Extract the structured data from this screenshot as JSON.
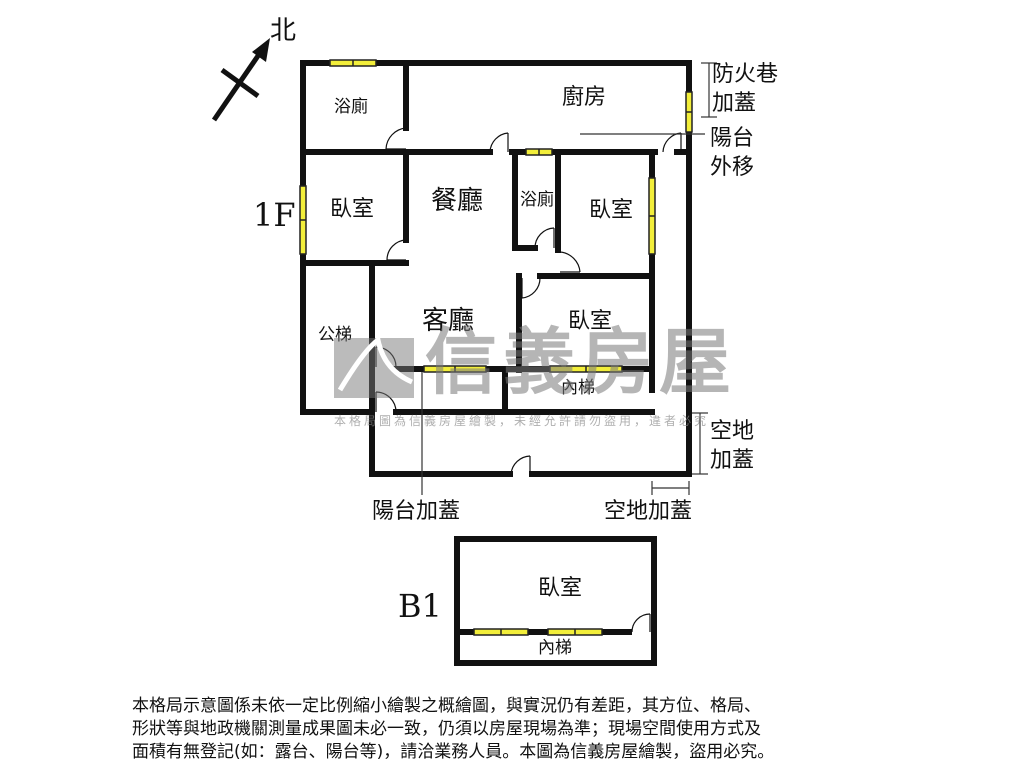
{
  "compass": {
    "label": "北",
    "icon": "north-arrow-icon"
  },
  "floors": [
    {
      "id": "1F",
      "label": "1F",
      "rooms": [
        {
          "name": "bathroom-1",
          "label": "浴廁"
        },
        {
          "name": "kitchen",
          "label": "廚房"
        },
        {
          "name": "bedroom-1",
          "label": "臥室"
        },
        {
          "name": "dining-room",
          "label": "餐廳"
        },
        {
          "name": "bathroom-2",
          "label": "浴廁"
        },
        {
          "name": "bedroom-2",
          "label": "臥室"
        },
        {
          "name": "public-stairs",
          "label": "公梯"
        },
        {
          "name": "living-room",
          "label": "客廳"
        },
        {
          "name": "bedroom-3",
          "label": "臥室"
        },
        {
          "name": "internal-stairs",
          "label": "內梯"
        }
      ],
      "annotations": [
        {
          "name": "fire-lane-addition",
          "lines": [
            "防火巷",
            "加蓋"
          ]
        },
        {
          "name": "balcony-relocated",
          "lines": [
            "陽台",
            "外移"
          ]
        },
        {
          "name": "open-space-addition-side",
          "lines": [
            "空地",
            "加蓋"
          ]
        },
        {
          "name": "balcony-addition",
          "lines": [
            "陽台加蓋"
          ]
        },
        {
          "name": "open-space-addition-bottom",
          "lines": [
            "空地加蓋"
          ]
        }
      ]
    },
    {
      "id": "B1",
      "label": "B1",
      "rooms": [
        {
          "name": "basement-bedroom",
          "label": "臥室"
        },
        {
          "name": "basement-stairs",
          "label": "內梯"
        }
      ]
    }
  ],
  "watermark": {
    "brand": "信義房屋",
    "notice": "本格局圖為信義房屋繪製，未經允許請勿盜用，違者必究"
  },
  "disclaimer": [
    "本格局示意圖係未依一定比例縮小繪製之概繪圖，與實況仍有差距，其方位、格局、",
    "形狀等與地政機關測量成果圖未必一致，仍須以房屋現場為準；現場空間使用方式及",
    "面積有無登記(如：露台、陽台等)，請洽業務人員。本圖為信義房屋繪製，盜用必究。"
  ],
  "colors": {
    "wall": "#111111",
    "window_fill": "#f2ee3a",
    "window_stroke": "#222222",
    "dimension_line": "#333333",
    "watermark": "#8a8a8a"
  }
}
